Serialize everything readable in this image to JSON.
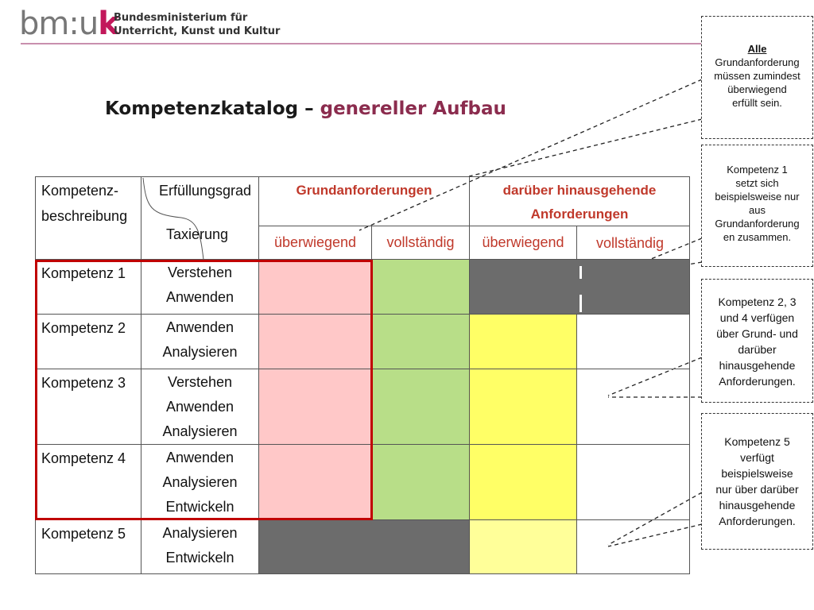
{
  "header": {
    "logo_text": "bm:u",
    "logo_accent": "k",
    "ministry_line1": "Bundesministerium für",
    "ministry_line2": "Unterricht, Kunst und Kultur"
  },
  "title": {
    "main": "Kompetenzkatalog – ",
    "highlight": "genereller Aufbau"
  },
  "table": {
    "col1_header": [
      "Kompetenz-",
      "beschreibung"
    ],
    "col2_header_top": "Erfüllungsgrad",
    "col2_header_bottom": "Taxierung",
    "group1": "Grundanforderungen",
    "group2": [
      "darüber hinausgehende",
      "Anforderungen"
    ],
    "sub": [
      "überwiegend",
      "vollständig",
      "überwiegend",
      "vollständig"
    ],
    "rows": [
      {
        "name": "Kompetenz 1",
        "tax": [
          "Verstehen",
          "Anwenden"
        ]
      },
      {
        "name": "Kompetenz 2",
        "tax": [
          "Anwenden",
          "Analysieren"
        ]
      },
      {
        "name": "Kompetenz 3",
        "tax": [
          "Verstehen",
          "Anwenden",
          "Analysieren"
        ]
      },
      {
        "name": "Kompetenz 4",
        "tax": [
          "Anwenden",
          "Analysieren",
          "Entwickeln"
        ]
      },
      {
        "name": "Kompetenz 5",
        "tax": [
          "Analysieren",
          "Entwickeln"
        ]
      }
    ]
  },
  "colors": {
    "pink": "#ffc8c8",
    "green": "#b8de88",
    "yellow": "#ffff66",
    "lightyellow": "#ffff99",
    "gray": "#6c6c6c",
    "frame": "#c00000",
    "accent": "#8b2c4e"
  },
  "callouts": [
    {
      "title": "Alle",
      "lines": [
        "Grundanforderung",
        "müssen zumindest",
        "überwiegend",
        "erfüllt sein."
      ]
    },
    {
      "lines": [
        "Kompetenz 1",
        "setzt sich",
        "beispielsweise nur",
        "aus",
        "Grundanforderung",
        "en zusammen."
      ]
    },
    {
      "lines": [
        "Kompetenz 2, 3",
        "und 4 verfügen",
        "über Grund- und",
        "darüber",
        "hinausgehende",
        "Anforderungen."
      ]
    },
    {
      "lines": [
        "Kompetenz 5",
        "verfügt",
        "beispielsweise",
        "nur über darüber",
        "hinausgehende",
        "Anforderungen."
      ]
    }
  ]
}
